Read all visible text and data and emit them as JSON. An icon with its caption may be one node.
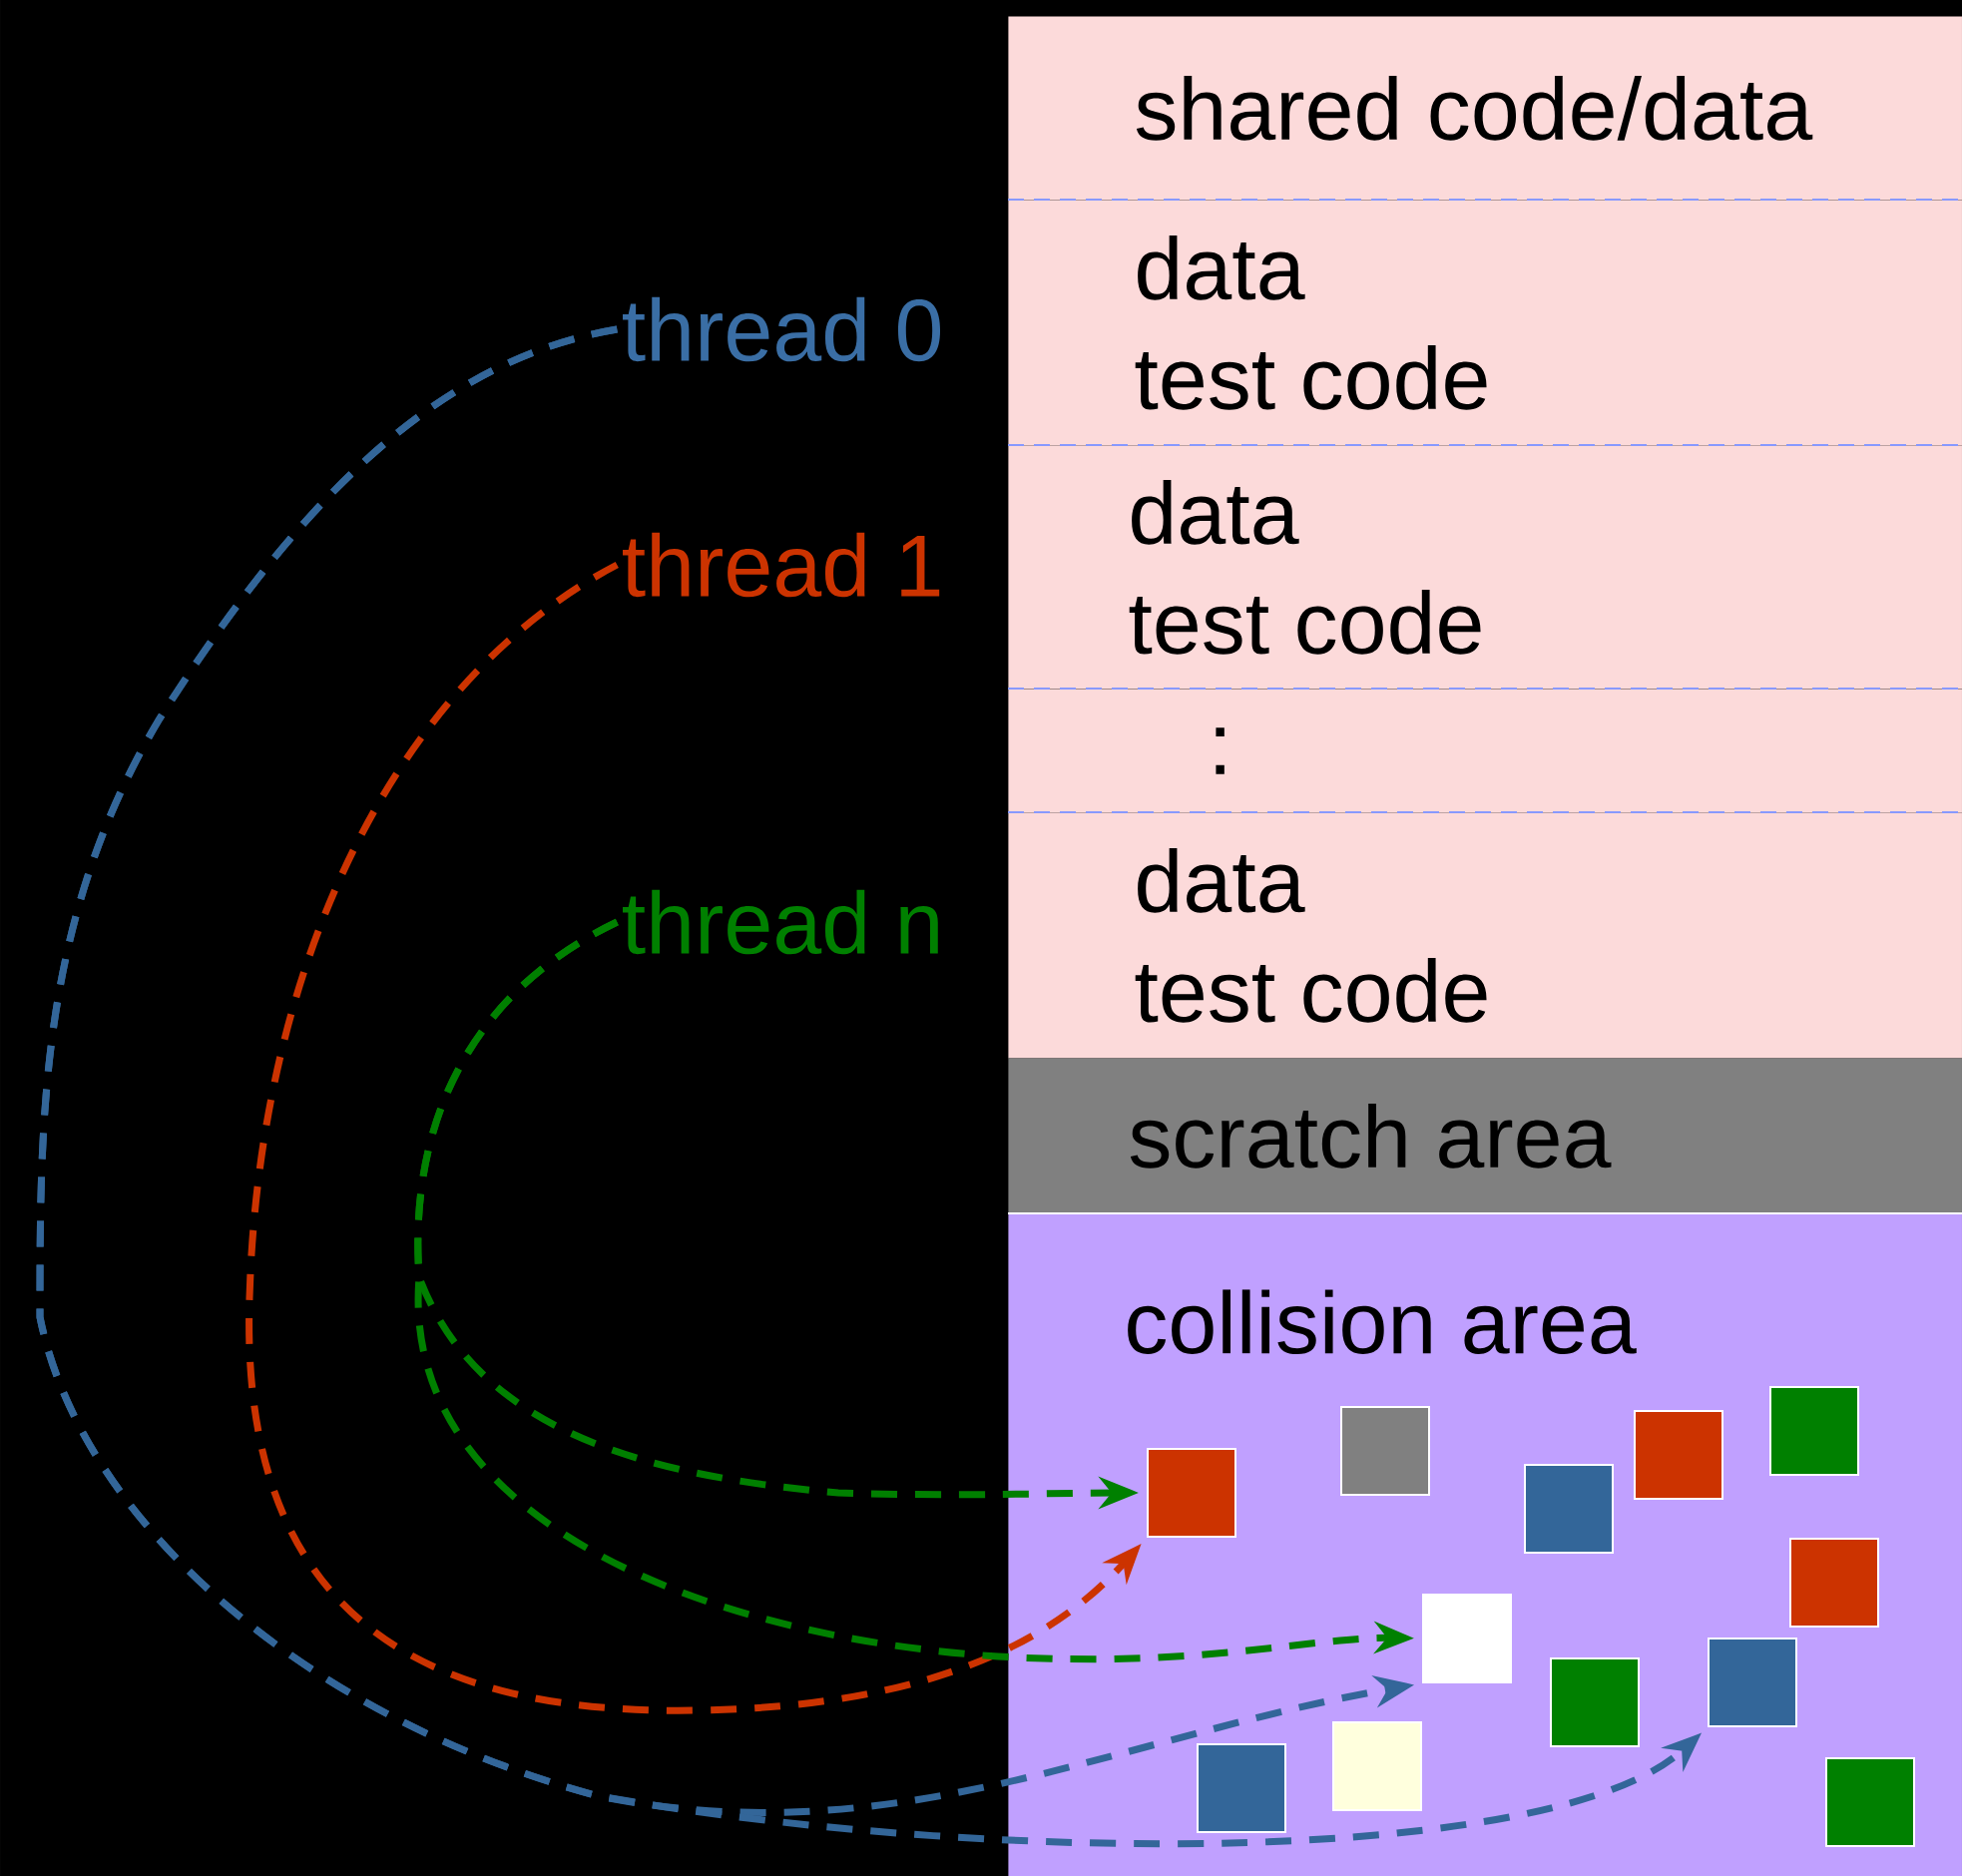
{
  "diagram": {
    "nodes": [
      {
        "text": [
          "thread 0"
        ]
      },
      {
        "text": [
          "thread 1"
        ]
      },
      {
        "text": [
          "thread n"
        ]
      },
      {
        "text": [
          "shared code/data"
        ]
      },
      {
        "text": [
          "data",
          "test code"
        ]
      },
      {
        "text": [
          "data",
          "test code"
        ]
      },
      {
        "text": [
          ":"
        ]
      },
      {
        "text": [
          "data",
          "test code"
        ]
      },
      {
        "text": [
          "scratch area"
        ]
      },
      {
        "text": [
          "collision area"
        ]
      },
      {
        "text": [],
        "shape": "box",
        "in": 9
      },
      {
        "text": [],
        "shape": "box",
        "in": 9
      },
      {
        "text": [],
        "shape": "box",
        "in": 9
      },
      {
        "text": [],
        "shape": "box",
        "in": 9
      },
      {
        "text": [],
        "shape": "box",
        "in": 9
      },
      {
        "text": [],
        "shape": "box",
        "in": 9
      },
      {
        "text": [],
        "shape": "box",
        "in": 9
      },
      {
        "text": [],
        "shape": "box",
        "in": 9
      },
      {
        "text": [],
        "shape": "box",
        "in": 9
      },
      {
        "text": [],
        "shape": "box",
        "in": 9
      },
      {
        "text": [],
        "shape": "box",
        "in": 9
      },
      {
        "text": [],
        "shape": "box",
        "in": 9
      }
    ],
    "edges": [
      {
        "from": 0,
        "to": 14,
        "arrow": "to",
        "style": "dashed",
        "color": "#336699"
      },
      {
        "from": 0,
        "to": 18,
        "arrow": "to",
        "style": "dashed",
        "color": "#336699"
      },
      {
        "from": 1,
        "to": 10,
        "arrow": "to",
        "style": "dashed",
        "color": "#cc3300"
      },
      {
        "from": 2,
        "to": 10,
        "arrow": "to",
        "style": "dashed",
        "color": "#008000"
      },
      {
        "from": 2,
        "to": 14,
        "arrow": "to",
        "style": "dashed",
        "color": "#008000"
      }
    ]
  }
}
